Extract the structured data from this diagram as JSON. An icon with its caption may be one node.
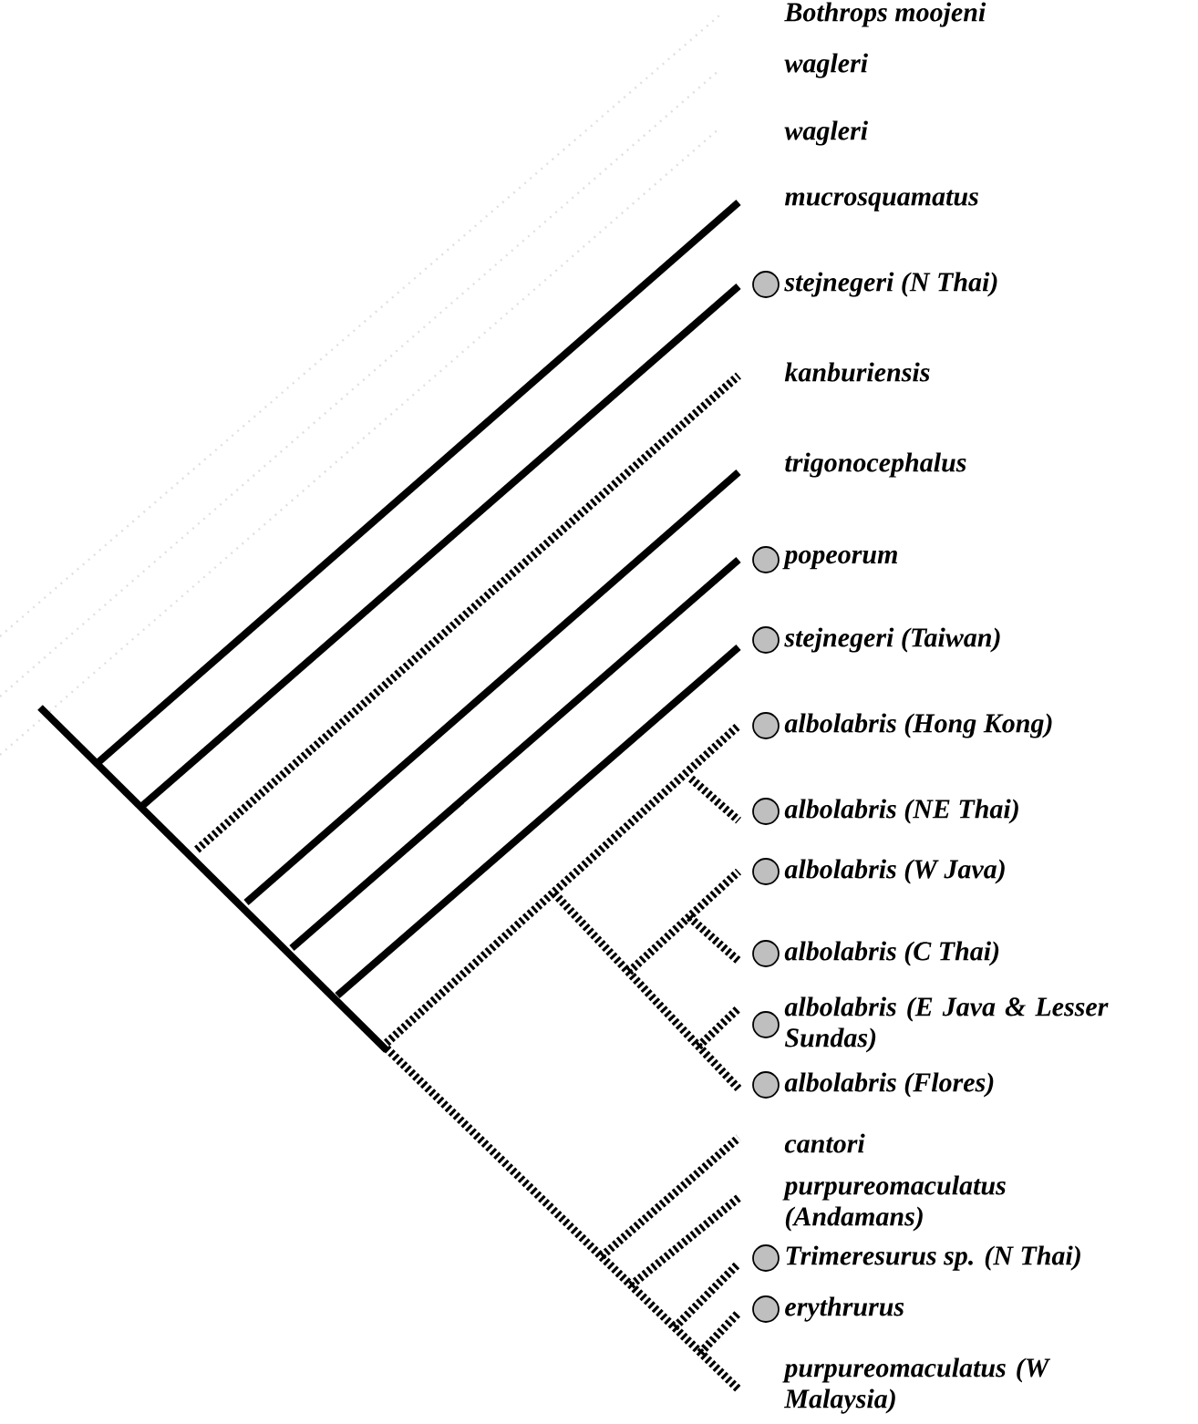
{
  "diagram": {
    "labels": [
      "Bothrops moojeni",
      "wagleri",
      "wagleri",
      "mucrosquamatus",
      "stejnegeri (N Thai)",
      "kanburiensis",
      "trigonocephalus",
      "popeorum",
      "stejnegeri (Taiwan)",
      "albolabris (Hong Kong)",
      "albolabris (NE Thai)",
      "albolabris (W Java)",
      "albolabris (C Thai)",
      "albolabris (E Java & Lesser Sundas)",
      "albolabris (Flores)",
      "cantori",
      "purpureomaculatus (Andamans)",
      "Trimeresurus sp. (N Thai)",
      "erythrurus",
      "purpureomaculatus (W Malaysia)"
    ]
  }
}
